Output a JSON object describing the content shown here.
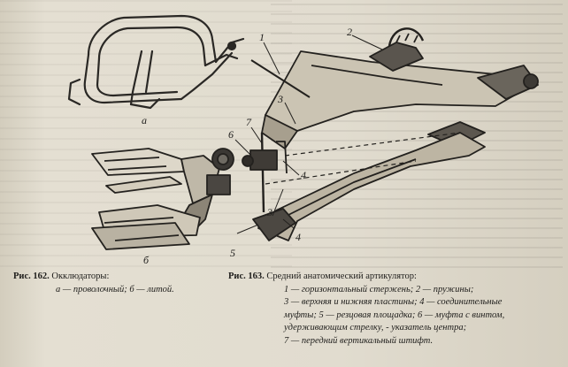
{
  "fig162": {
    "label_a": "а",
    "label_b": "б",
    "caption_title": "Рис. 162.",
    "caption_text": "Окклюдаторы:",
    "caption_line2": "а — проволочный; б — литой."
  },
  "fig163": {
    "labels": [
      "1",
      "2",
      "3",
      "3",
      "4",
      "4",
      "5",
      "6",
      "7"
    ],
    "caption_title": "Рис. 163.",
    "caption_text": "Средний анатомический артикулятор:",
    "caption_lines": [
      "1 — горизонтальный стержень; 2 — пружины;",
      "3 — верхняя и нижняя пластины; 4 — соединительные",
      "муфты; 5 — резцовая площадка; 6 — муфта с винтом,",
      "удерживающим стрелку, - указатель центра;",
      "7 — передний вертикальный штифт."
    ]
  }
}
